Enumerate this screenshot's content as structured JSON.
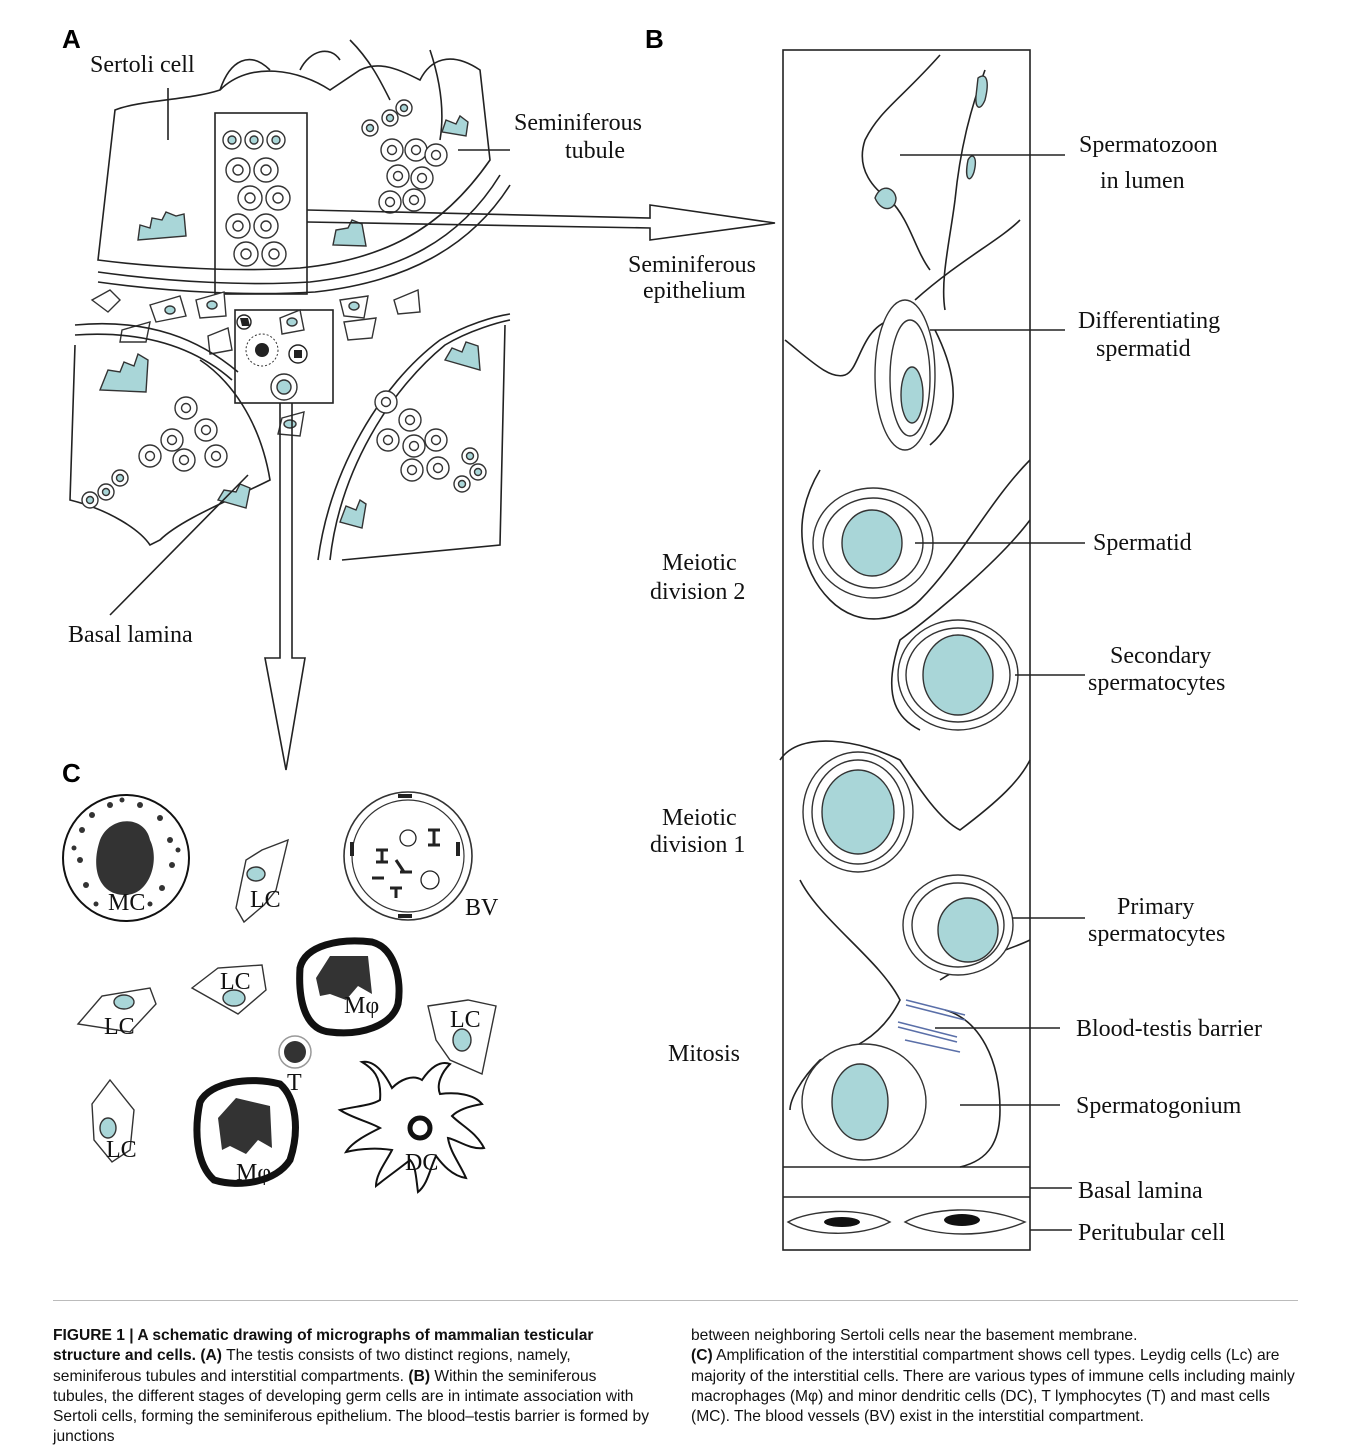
{
  "panels": {
    "a": "A",
    "b": "B",
    "c": "C"
  },
  "panel_a": {
    "sertoli_cell": "Sertoli cell",
    "seminiferous_tubule_1": "Seminiferous",
    "seminiferous_tubule_2": "tubule",
    "seminiferous_epithelium_1": "Seminiferous",
    "seminiferous_epithelium_2": "epithelium",
    "basal_lamina": "Basal lamina"
  },
  "panel_b": {
    "spermatozoon_1": "Spermatozoon",
    "spermatozoon_2": "in lumen",
    "diff_spermatid_1": "Differentiating",
    "diff_spermatid_2": "spermatid",
    "spermatid": "Spermatid",
    "secondary_1": "Secondary",
    "secondary_2": "spermatocytes",
    "primary_1": "Primary",
    "primary_2": "spermatocytes",
    "btb": "Blood-testis barrier",
    "spermatogonium": "Spermatogonium",
    "basal_lamina": "Basal lamina",
    "peritubular": "Peritubular cell",
    "meiotic2_1": "Meiotic",
    "meiotic2_2": "division 2",
    "meiotic1_1": "Meiotic",
    "meiotic1_2": "division 1",
    "mitosis": "Mitosis"
  },
  "panel_c": {
    "mc": "MC",
    "lc": "LC",
    "bv": "BV",
    "mphi": "Mφ",
    "t": "T",
    "dc": "DC"
  },
  "colors": {
    "nucleus": "#a9d6d8"
  },
  "caption": {
    "label": "FIGURE 1 | A schematic drawing of micrographs of mammalian testicular structure and cells.",
    "a_key": "(A)",
    "a_text": "The testis consists of two distinct regions, namely, seminiferous tubules and interstitial compartments.",
    "b_key": "(B)",
    "b_text": "Within the seminiferous tubules, the different stages of developing germ cells are in intimate association with Sertoli cells, forming the seminiferous epithelium. The blood–testis barrier is formed by junctions between neighboring Sertoli cells near the basement membrane.",
    "c_key": "(C)",
    "c_text": "Amplification of the interstitial compartment shows cell types. Leydig cells (Lc) are majority of the interstitial cells. There are various types of immune cells including mainly macrophages (Mφ) and minor dendritic cells (DC), T lymphocytes (T) and mast cells (MC). The blood vessels (BV) exist in the interstitial compartment."
  }
}
